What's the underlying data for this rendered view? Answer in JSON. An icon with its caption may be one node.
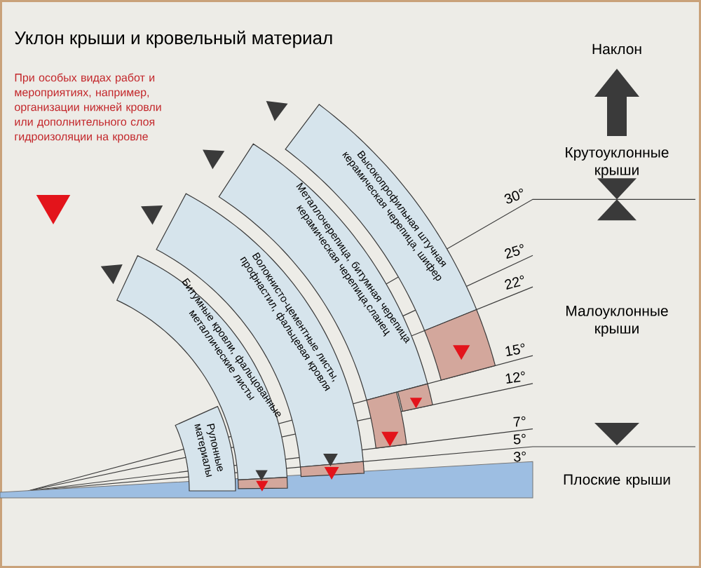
{
  "diagram": {
    "title": "Уклон крыши и кровельный материал",
    "nodes": [
      {
        "text": [
          "Высокопрофильная штучная керамическая черепица, шифер"
        ]
      },
      {
        "text": [
          "Металлочерепица, битумная черепица",
          "керамическая черепица,сланец"
        ]
      },
      {
        "text": [
          "Волокнисто-цементные листы, профнастил, фальцевая кровля"
        ]
      },
      {
        "text": [
          "Битумные кровли, фальцованные металлические листы"
        ]
      },
      {
        "text": [
          "Рулонные материалы"
        ]
      }
    ],
    "labels": [
      "Наклон",
      "Крутоуклонные крыши",
      "30°",
      "25°",
      "22°",
      "Малоуклонные крыши",
      "15°",
      "12°",
      "7°",
      "5°",
      "3°",
      "Плоские крыши"
    ],
    "legend": [
      {
        "text": "При особых видах работ и мероприятиях, например, организации нижней кровли или дополнительного слоя гидроизоляции на кровле"
      }
    ]
  }
}
